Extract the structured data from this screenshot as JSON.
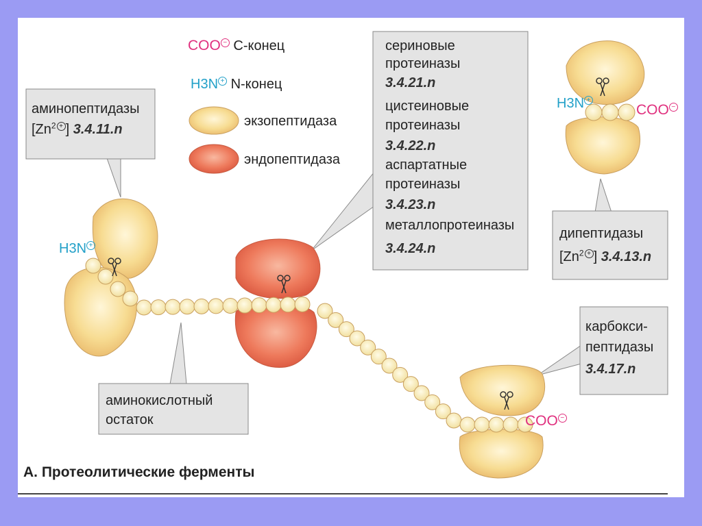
{
  "legend": {
    "c_end_symbol": "COO",
    "c_end_label": "C-конец",
    "n_end_symbol": "H3N",
    "n_end_label": "N-конец",
    "exo_label": "экзопептидаза",
    "endo_label": "эндопептидаза"
  },
  "callouts": {
    "aminopeptidases": {
      "line1": "аминопептидазы",
      "ion": "[Zn",
      "ec": "3.4.11.n"
    },
    "proteinases": [
      {
        "name1": "сериновые",
        "name2": "протеиназы",
        "ec": "3.4.21.n"
      },
      {
        "name1": "цистеиновые",
        "name2": "протеиназы",
        "ec": "3.4.22.n"
      },
      {
        "name1": "аспартатные",
        "name2": "протеиназы",
        "ec": "3.4.23.n"
      },
      {
        "name1": "металлопротеиназы",
        "ec": "3.4.24.n"
      }
    ],
    "dipeptidases": {
      "line1": "дипептидазы",
      "ion": "[Zn",
      "ec": "3.4.13.n"
    },
    "carboxypeptidases": {
      "line1": "карбокси-",
      "line2": "пептидазы",
      "ec": "3.4.17.n"
    },
    "amino_acid_residue": {
      "line1": "аминокислотный",
      "line2": "остаток"
    }
  },
  "chain_labels": {
    "n_terminus": "H3N",
    "c_terminus": "COO"
  },
  "caption": "А. Протеолитические ферменты",
  "colors": {
    "background": "#9b9bf3",
    "exopeptidase": "#f7dc92",
    "endopeptidase": "#ee7a5c",
    "residue": "#faf0c0",
    "callout_box": "#e4e4e4",
    "c_end": "#e0307e",
    "n_end": "#22a0c8"
  },
  "icons": [
    "scissors-icon"
  ]
}
